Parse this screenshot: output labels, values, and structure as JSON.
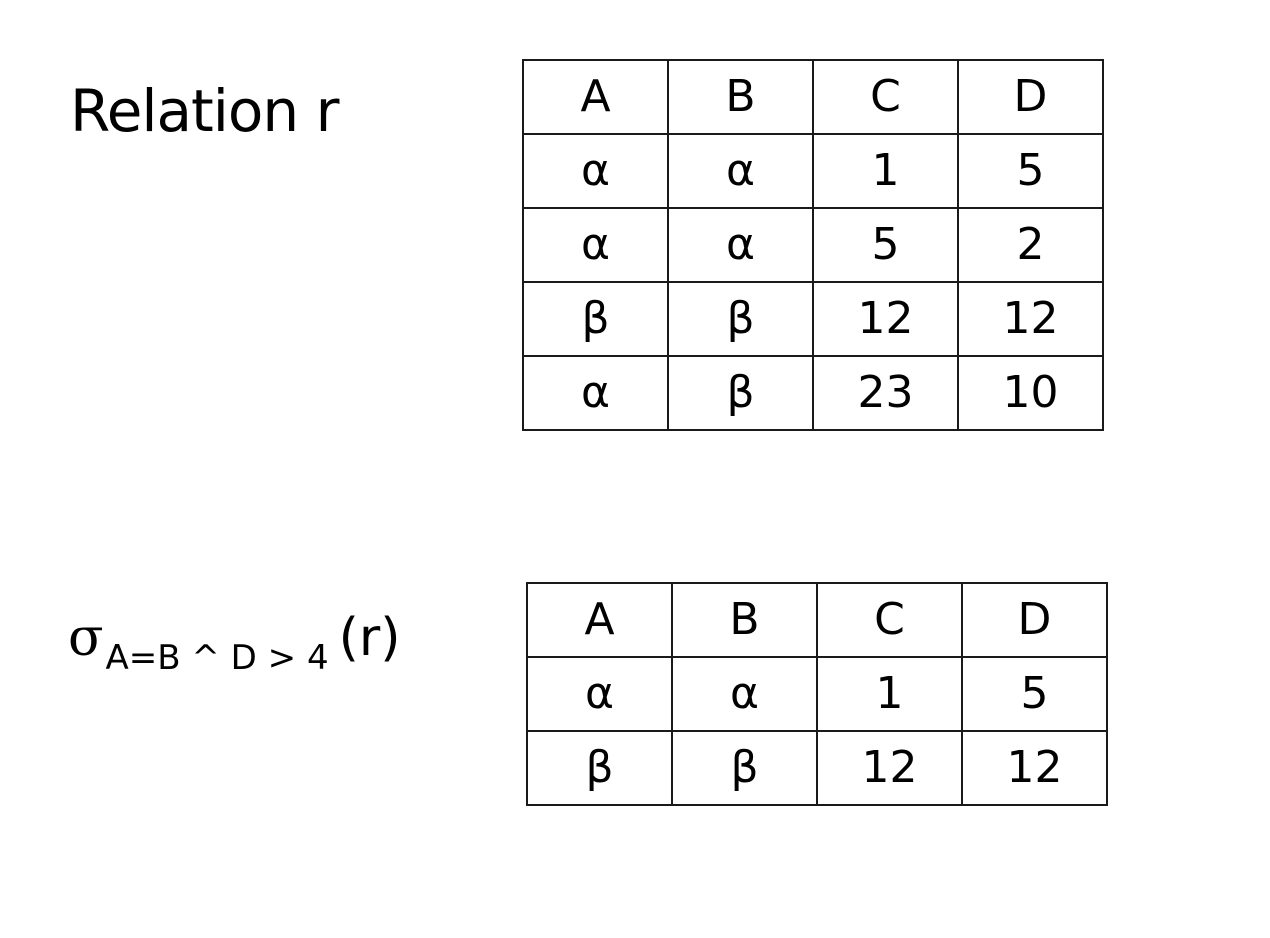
{
  "relation_label": "Relation r",
  "selection": {
    "sigma": "σ",
    "predicate": "A=B ^ D > 4",
    "argument": "(r)"
  },
  "relation_r": {
    "columns": [
      "A",
      "B",
      "C",
      "D"
    ],
    "rows": [
      [
        "α",
        "α",
        "1",
        "5"
      ],
      [
        "α",
        "α",
        "5",
        "2"
      ],
      [
        "β",
        "β",
        "12",
        "12"
      ],
      [
        "α",
        "β",
        "23",
        "10"
      ]
    ]
  },
  "result": {
    "columns": [
      "A",
      "B",
      "C",
      "D"
    ],
    "rows": [
      [
        "α",
        "α",
        "1",
        "5"
      ],
      [
        "β",
        "β",
        "12",
        "12"
      ]
    ]
  }
}
